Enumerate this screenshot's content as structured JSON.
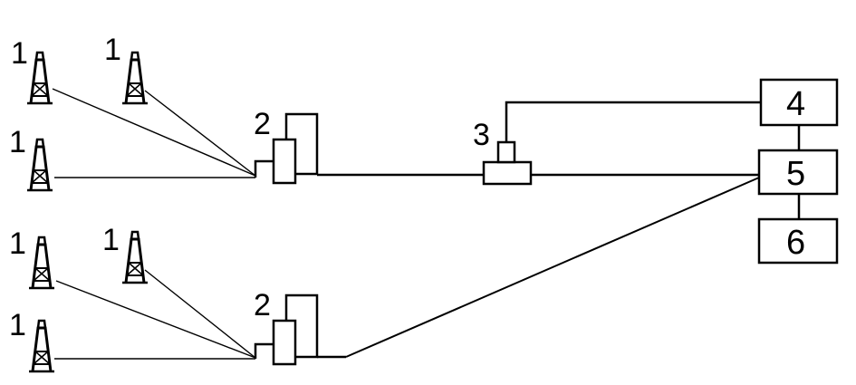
{
  "diagram": {
    "wells": [
      {
        "label": "1"
      },
      {
        "label": "1"
      },
      {
        "label": "1"
      },
      {
        "label": "1"
      },
      {
        "label": "1"
      },
      {
        "label": "1"
      }
    ],
    "manifolds": [
      {
        "label": "2"
      },
      {
        "label": "2"
      }
    ],
    "separator": {
      "label": "3"
    },
    "units": [
      {
        "label": "4"
      },
      {
        "label": "5"
      },
      {
        "label": "6"
      }
    ]
  },
  "colors": {
    "stroke": "#000000",
    "background": "#ffffff"
  }
}
